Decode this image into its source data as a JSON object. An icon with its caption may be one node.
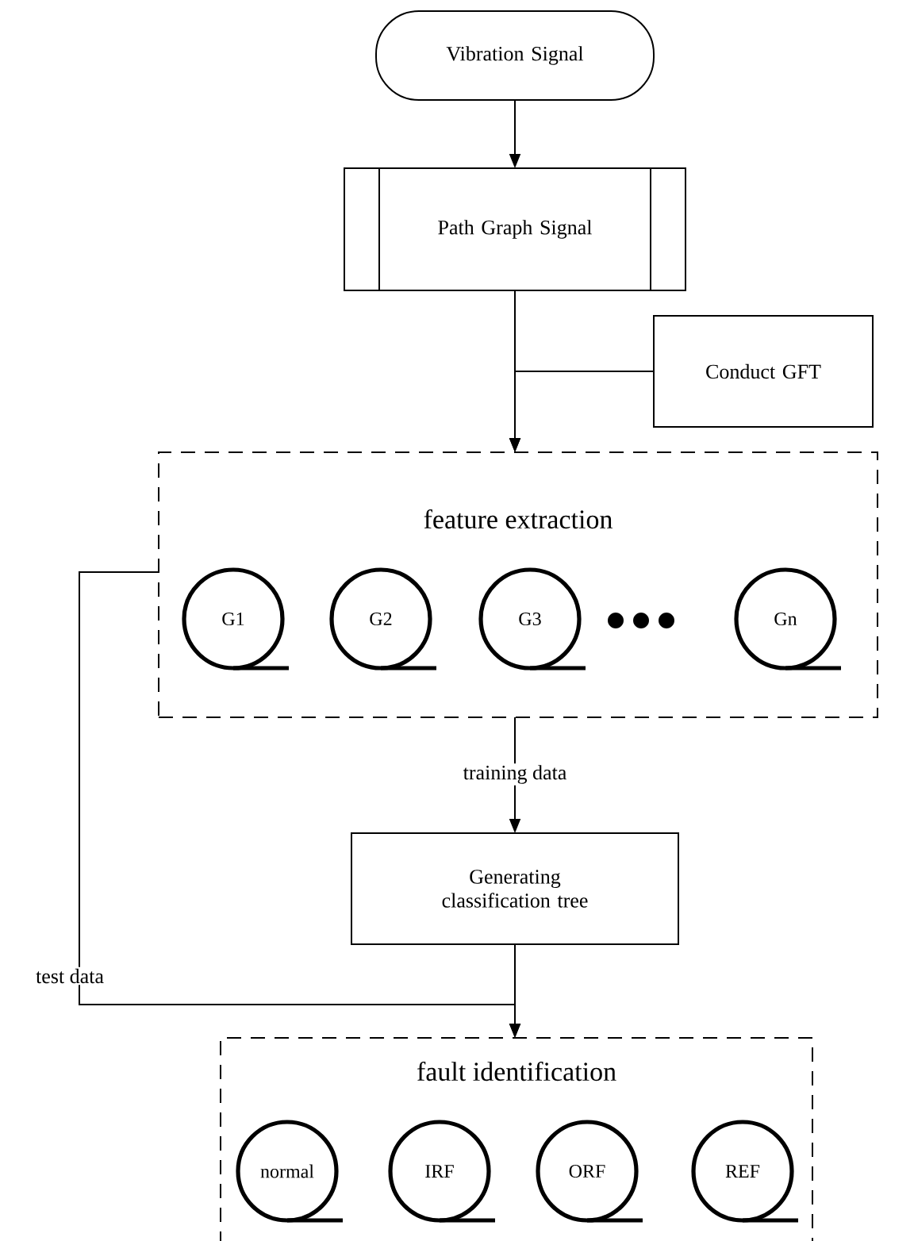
{
  "diagram": {
    "nodes": [
      {
        "text": [
          "Vibration Signal"
        ]
      },
      {
        "text": [
          "Path Graph Signal"
        ]
      },
      {
        "text": [
          "Conduct GFT"
        ]
      },
      {
        "text": [
          "feature extraction"
        ]
      },
      {
        "text": [
          "G1"
        ],
        "in": 3
      },
      {
        "text": [
          "G2"
        ],
        "in": 3
      },
      {
        "text": [
          "G3"
        ],
        "in": 3
      },
      {
        "text": [
          "Gn"
        ],
        "in": 3
      },
      {
        "text": [
          "Generating classification tree"
        ]
      },
      {
        "text": [
          "fault identification"
        ]
      },
      {
        "text": [
          "normal"
        ],
        "in": 9
      },
      {
        "text": [
          "IRF"
        ],
        "in": 9
      },
      {
        "text": [
          "ORF"
        ],
        "in": 9
      },
      {
        "text": [
          "REF"
        ],
        "in": 9
      }
    ],
    "edges": [
      {
        "from": 0,
        "to": 1,
        "arrow": "to"
      },
      {
        "from": 1,
        "to": 3,
        "arrow": "to"
      },
      {
        "from": 2,
        "to": 3,
        "arrow": "to"
      },
      {
        "from": 3,
        "to": 8,
        "arrow": "to",
        "label": "training data"
      },
      {
        "from": 8,
        "to": 9,
        "arrow": "to"
      },
      {
        "from": 3,
        "to": 9,
        "arrow": "to",
        "label": "test data"
      }
    ]
  }
}
